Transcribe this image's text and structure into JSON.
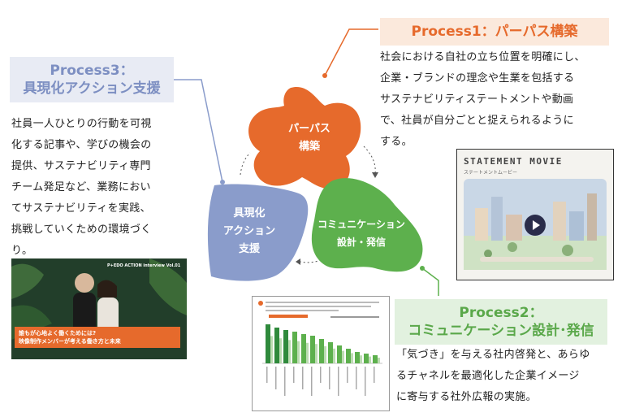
{
  "colors": {
    "orange": "#e66a2c",
    "green": "#5db04d",
    "blue": "#8a9ccb",
    "orange_bg": "#fbe9dc",
    "green_bg": "#e2f1df",
    "blue_bg": "#e8ebf4"
  },
  "process1": {
    "title": "Process1：パーパス構築",
    "lines": [
      "社会における自社の立ち位置を明確にし、",
      "企業・ブランドの理念や生業を包括する",
      "サステナビリティステートメントや動画",
      "で、社員が自分ごとと捉えられるように",
      "する。"
    ]
  },
  "process2": {
    "title": "Process2：",
    "title2": "コミュニケーション設計･発信",
    "lines": [
      "「気づき」を与える社内啓発と、あらゆ",
      "るチャネルを最適化した企業イメージ",
      "に寄与する社外広報の実施。"
    ]
  },
  "process3": {
    "title": "Process3：",
    "title2": "具現化アクション支援",
    "lines": [
      "社員一人ひとりの行動を可視",
      "化する記事や、学びの機会の",
      "提供、サステナビリティ専門",
      "チーム発足など、業務におい",
      "てサステナビリティを実践、",
      "挑戦していくための環境づく",
      "り。"
    ]
  },
  "cycle": {
    "purpose": [
      "パーパス",
      "構築"
    ],
    "communication": [
      "コミュニケーション",
      "設計・発信"
    ],
    "action": [
      "具現化",
      "アクション",
      "支援"
    ]
  },
  "statement_card": {
    "title": "STATEMENT MOVIE",
    "subtitle": "ステートメントムービー"
  },
  "interview_card": {
    "header": "P+EDO ACTION interview Vol.01",
    "line1": "誰もが心地よく働くためには?",
    "line2": "映像制作メンバーが考える働き方と未来"
  }
}
